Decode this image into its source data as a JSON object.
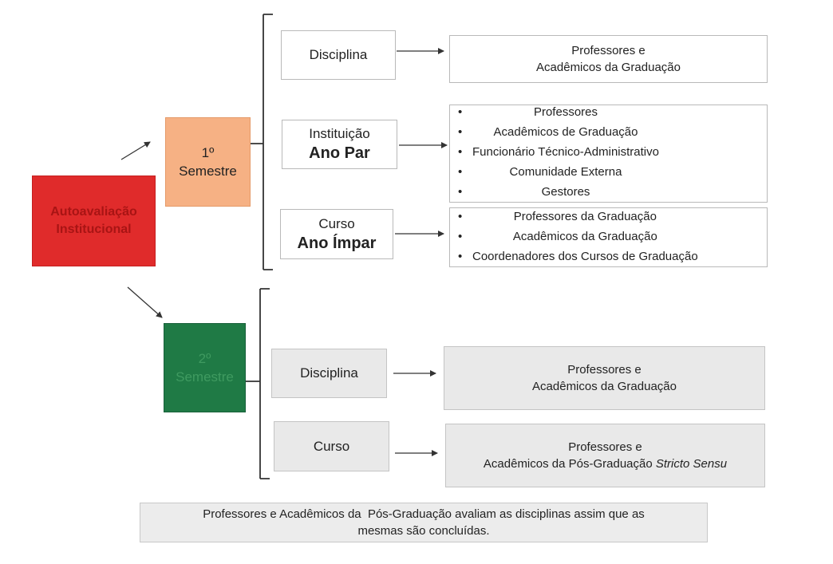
{
  "root": {
    "label": "Autoavaliação Institucional",
    "color": "#e02b2b"
  },
  "semester1": {
    "label_line1": "1º",
    "label_line2": "Semestre",
    "color": "#f6b184",
    "disciplina": {
      "label": "Disciplina",
      "target_line1": "Professores e",
      "target_line2": "Acadêmicos da Graduação"
    },
    "instituicao": {
      "label": "Instituição",
      "sub": "Ano Par",
      "items": [
        "Professores",
        "Acadêmicos de Graduação",
        "Funcionário Técnico-Administrativo",
        "Comunidade Externa",
        "Gestores"
      ]
    },
    "curso": {
      "label": "Curso",
      "sub": "Ano Ímpar",
      "items": [
        "Professores da Graduação",
        "Acadêmicos da Graduação",
        "Coordenadores dos Cursos de Graduação"
      ]
    }
  },
  "semester2": {
    "label_line1": "2º",
    "label_line2": "Semestre",
    "color": "#1f7a45",
    "disciplina": {
      "label": "Disciplina",
      "target_line1": "Professores e",
      "target_line2": "Acadêmicos da Graduação"
    },
    "curso": {
      "label": "Curso",
      "target_line1": "Professores e",
      "target_line2_plain": "Acadêmicos da Pós-Graduação",
      "target_line2_italic": "Stricto Sensu"
    }
  },
  "note": {
    "line1": "Professores e Acadêmicos da  Pós-Graduação avaliam as disciplinas assim que as",
    "line2": "mesmas são concluídas."
  }
}
